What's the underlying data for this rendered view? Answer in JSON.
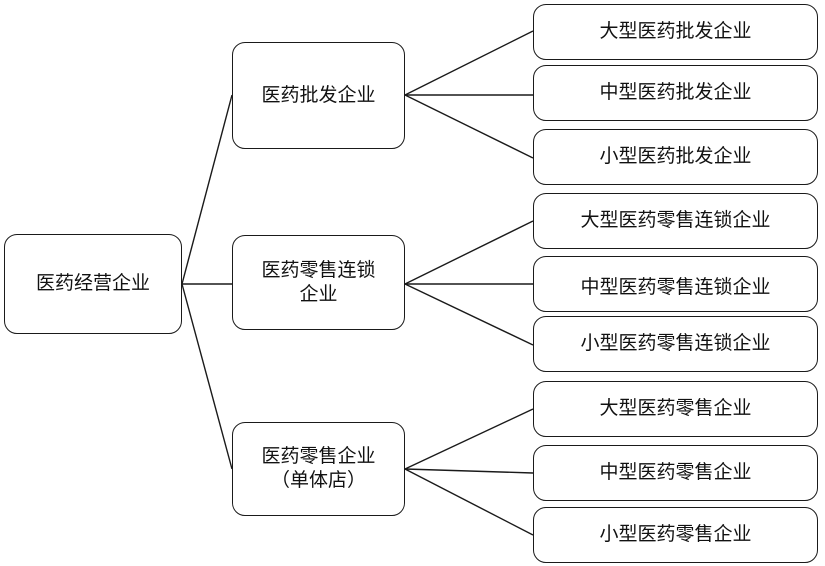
{
  "root": {
    "label": "医药经营企业"
  },
  "categories": [
    {
      "label": "医药批发企业",
      "children": [
        "大型医药批发企业",
        "中型医药批发企业",
        "小型医药批发企业"
      ]
    },
    {
      "label": "医药零售连锁\n企业",
      "children": [
        "大型医药零售连锁企业",
        "中型医药零售连锁企业",
        "小型医药零售连锁企业"
      ]
    },
    {
      "label": "医药零售企业\n（单体店）",
      "children": [
        "大型医药零售企业",
        "中型医药零售企业",
        "小型医药零售企业"
      ]
    }
  ],
  "colors": {
    "stroke": "#1a1a1a",
    "text": "#111111",
    "background": "#ffffff"
  }
}
